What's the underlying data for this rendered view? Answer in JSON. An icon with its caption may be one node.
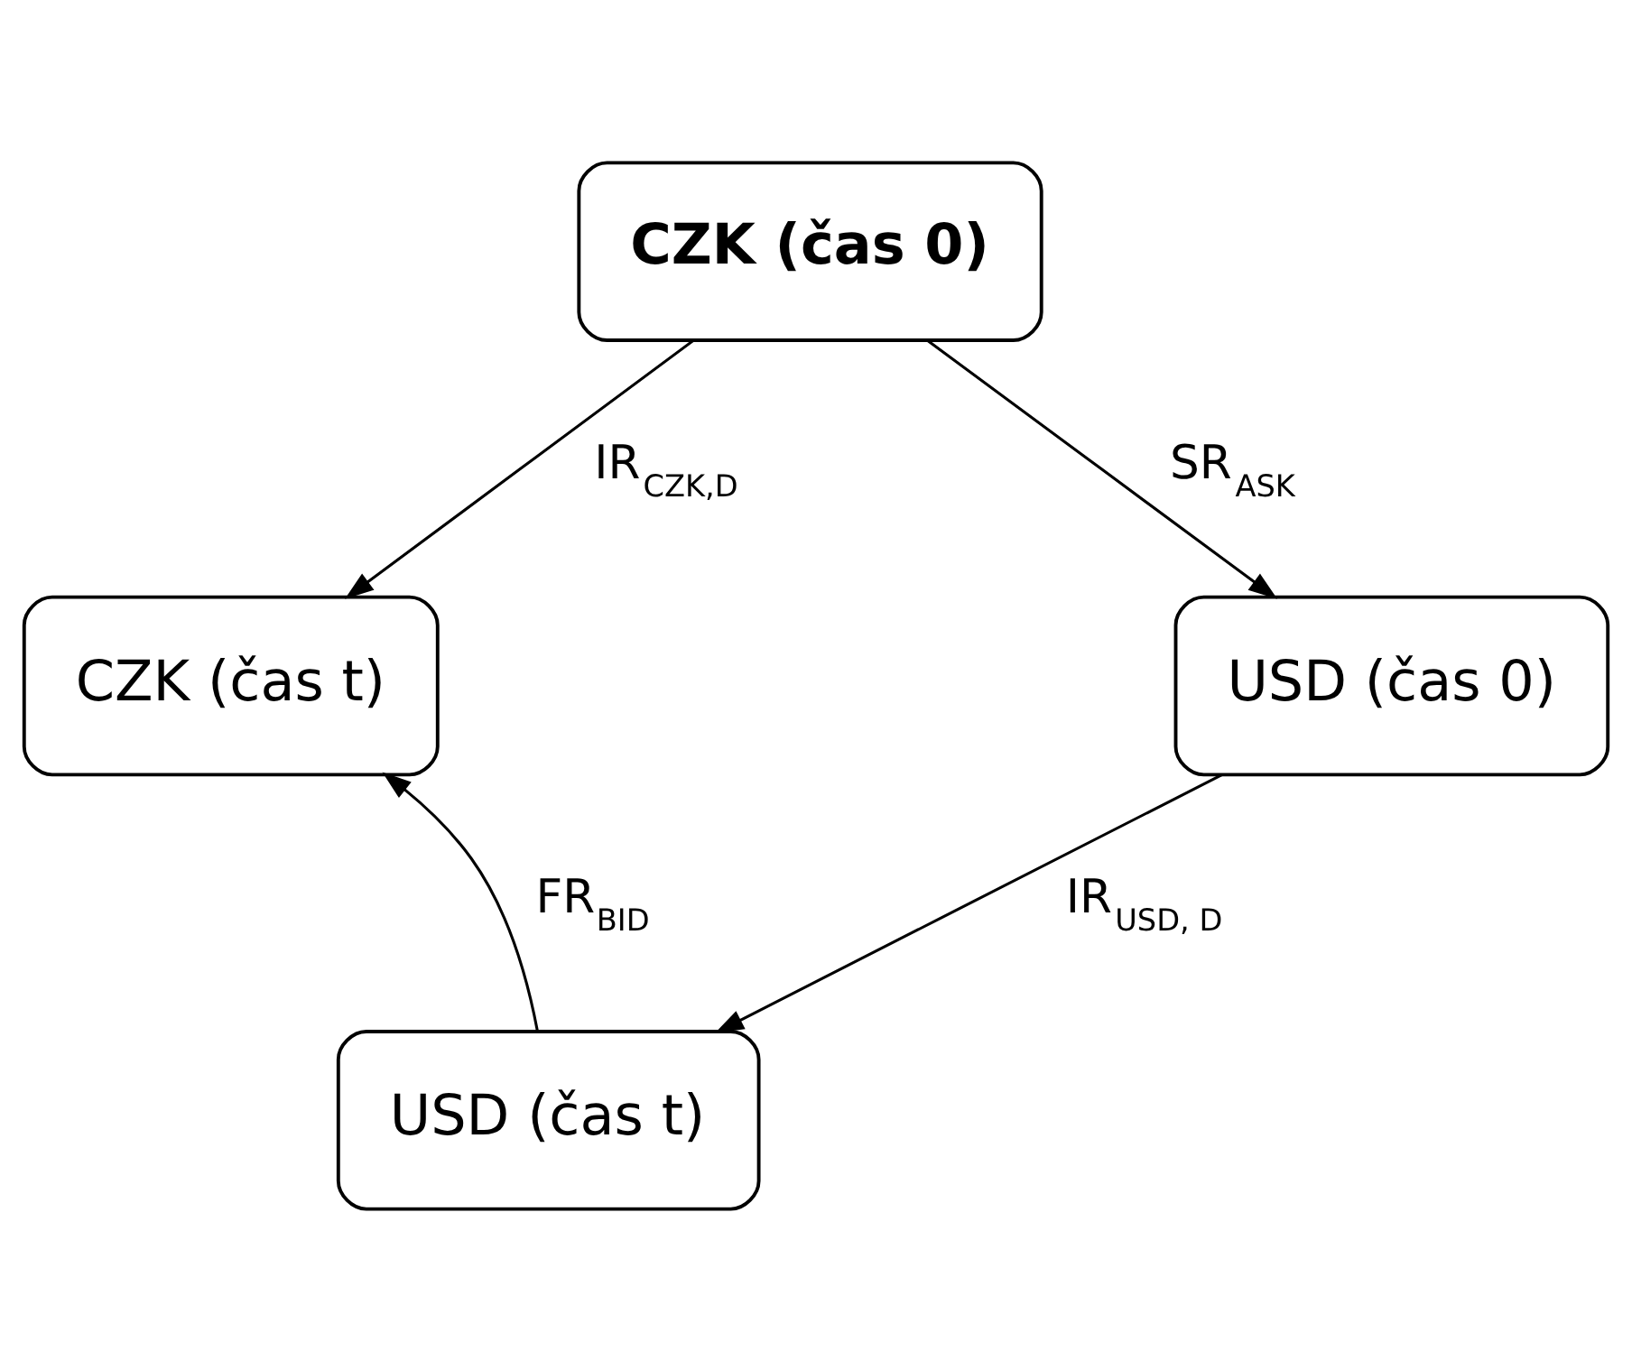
{
  "diagram": {
    "nodes": [
      {
        "text": [
          "CZK (čas 0)"
        ]
      },
      {
        "text": [
          "CZK (čas t)"
        ]
      },
      {
        "text": [
          "USD (čas 0)"
        ]
      },
      {
        "text": [
          "USD (čas t)"
        ]
      }
    ],
    "edges": [
      {
        "from": 0,
        "to": 1,
        "arrow": "to",
        "label": "IR$_{CZK,D}$"
      },
      {
        "from": 0,
        "to": 2,
        "arrow": "to",
        "label": "SR$_{ASK}$"
      },
      {
        "from": 2,
        "to": 3,
        "arrow": "to",
        "label": "IR$_{USD, D}$"
      },
      {
        "from": 3,
        "to": 1,
        "arrow": "to",
        "label": "FR$_{BID}$"
      }
    ]
  }
}
